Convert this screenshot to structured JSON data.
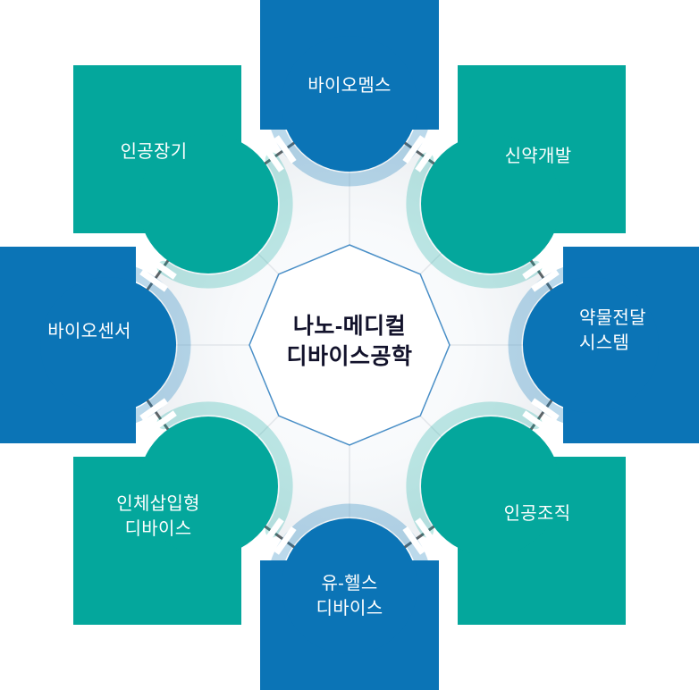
{
  "center": {
    "line1": "나노-메디컬",
    "line2": "디바이스공학"
  },
  "blocks": {
    "n": {
      "label1": "바이오멤스",
      "label2": ""
    },
    "ne": {
      "label1": "신약개발",
      "label2": ""
    },
    "e": {
      "label1": "약물전달",
      "label2": "시스템"
    },
    "se": {
      "label1": "인공조직",
      "label2": ""
    },
    "s": {
      "label1": "유-헬스",
      "label2": "디바이스"
    },
    "sw": {
      "label1": "인체삽입형",
      "label2": "디바이스"
    },
    "w": {
      "label1": "바이오센서",
      "label2": ""
    },
    "nw": {
      "label1": "인공장기",
      "label2": ""
    }
  },
  "colors": {
    "block_blue": "#0b74b6",
    "block_teal": "#04a79c",
    "frame_line": "#5d6468",
    "ring_fill_outer": "#e8ecef",
    "ring_fill_inner": "#ffffff",
    "center_border": "#4a8fc7",
    "center_text": "#12122b",
    "label_text": "#ffffff"
  }
}
